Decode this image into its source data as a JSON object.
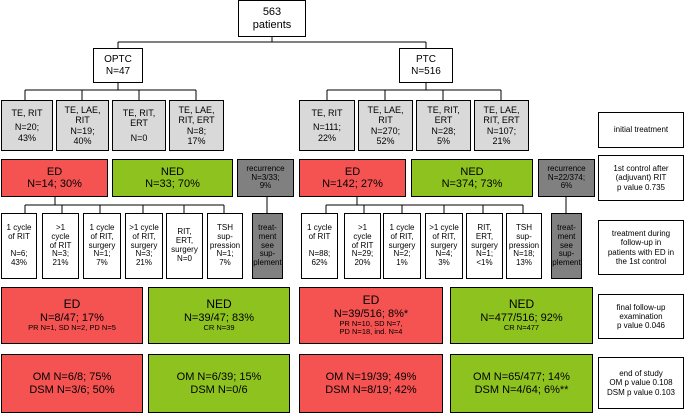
{
  "root": {
    "l1": "563",
    "l2": "patients"
  },
  "optc": {
    "l1": "OPTC",
    "l2": "N=47"
  },
  "ptc": {
    "l1": "PTC",
    "l2": "N=516"
  },
  "optc_treat": [
    {
      "l1": "TE, RIT",
      "l2": "N=20;\n43%"
    },
    {
      "l1": "TE, LAE,\nRIT",
      "l2": "N=19;\n40%"
    },
    {
      "l1": "TE, RIT,\nERT",
      "l2": "N=0"
    },
    {
      "l1": "TE, LAE,\nRIT, ERT",
      "l2": "N=8;\n17%"
    }
  ],
  "ptc_treat": [
    {
      "l1": "TE, RIT",
      "l2": "N=111;\n22%"
    },
    {
      "l1": "TE, LAE,\nRIT",
      "l2": "N=270;\n52%"
    },
    {
      "l1": "TE, RIT,\nERT",
      "l2": "N=28;\n5%"
    },
    {
      "l1": "TE, LAE,\nRIT, ERT",
      "l2": "N=107;\n21%"
    }
  ],
  "optc_ed": {
    "l1": "ED",
    "l2": "N=14; 30%"
  },
  "optc_ned": {
    "l1": "NED",
    "l2": "N=33; 70%"
  },
  "optc_rec": {
    "l1": "recurrence",
    "l2": "N=3/33;\n9%"
  },
  "ptc_ed": {
    "l1": "ED",
    "l2": "N=142; 27%"
  },
  "ptc_ned": {
    "l1": "NED",
    "l2": "N=374; 73%"
  },
  "ptc_rec": {
    "l1": "recurrence",
    "l2": "N=22/374;\n6%"
  },
  "optc_fu": [
    {
      "l1": "1 cycle\nof RIT",
      "l2": "N=6;\n43%"
    },
    {
      "l1": ">1\ncycle\nof RIT",
      "l2": "N=3;\n21%"
    },
    {
      "l1": "1 cycle\nof RIT,\nsurgery",
      "l2": "N=1;\n7%"
    },
    {
      "l1": ">1 cycle\nof RIT,\nsurgery",
      "l2": "N=3;\n21%"
    },
    {
      "l1": "RIT,\nERT,\nsurgery",
      "l2": "N=0"
    },
    {
      "l1": "TSH\nsup-\npression",
      "l2": "N=1;\n7%"
    }
  ],
  "ptc_fu": [
    {
      "l1": "1 cycle\nof RIT",
      "l2": "N=88;\n62%"
    },
    {
      "l1": ">1\ncycle\nof RIT",
      "l2": "N=29;\n20%"
    },
    {
      "l1": "1 cycle\nof RIT,\nsurgery",
      "l2": "N=2;\n1%"
    },
    {
      "l1": ">1 cycle\nof RIT,\nsurgery",
      "l2": "N=4;\n3%"
    },
    {
      "l1": "RIT,\nERT,\nsurgery",
      "l2": "N=1;\n<1%"
    },
    {
      "l1": "TSH\nsup-\npression",
      "l2": "N=18;\n13%"
    }
  ],
  "supp": "treat-\nment\nsee\nsup-\nplement",
  "supp2": "treat-\nment\nsee\nsup-\nplement",
  "optc_final_ed": {
    "l1": "ED",
    "l2": "N=8/47; 17%",
    "l3": "PR N=1, SD N=2, PD N=5"
  },
  "optc_final_ned": {
    "l1": "NED",
    "l2": "N=39/47; 83%",
    "l3": "CR N=39"
  },
  "ptc_final_ed": {
    "l1": "ED",
    "l2": "N=39/516; 8%*",
    "l3": "PR N=10, SD N=7,\nPD N=18, ind. N=4"
  },
  "ptc_final_ned": {
    "l1": "NED",
    "l2": "N=477/516; 92%",
    "l3": "CR N=477"
  },
  "optc_end_ed": {
    "l1": "OM N=6/8; 75%",
    "l2": "DSM N=3/6; 50%"
  },
  "optc_end_ned": {
    "l1": "OM N=6/39; 15%",
    "l2": "DSM N=0/6"
  },
  "ptc_end_ed": {
    "l1": "OM N=19/39; 49%",
    "l2": "DSM N=8/19; 42%"
  },
  "ptc_end_ned": {
    "l1": "OM N=65/477; 14%",
    "l2": "DSM N=4/64; 6%**"
  },
  "side": {
    "initial": "initial treatment",
    "first_control": "1st control after\n(adjuvant) RIT\np value 0.735",
    "during": "treatment during\nfollow-up in\npatients with ED in\nthe 1st control",
    "final": "final follow-up\nexamination\np value 0.046",
    "end": "end of study\nOM p value 0.108\nDSM p value 0.103"
  },
  "colors": {
    "ed": "#f55252",
    "ned": "#8dc21f",
    "grey": "#d9d9d9",
    "dark": "#808080"
  }
}
